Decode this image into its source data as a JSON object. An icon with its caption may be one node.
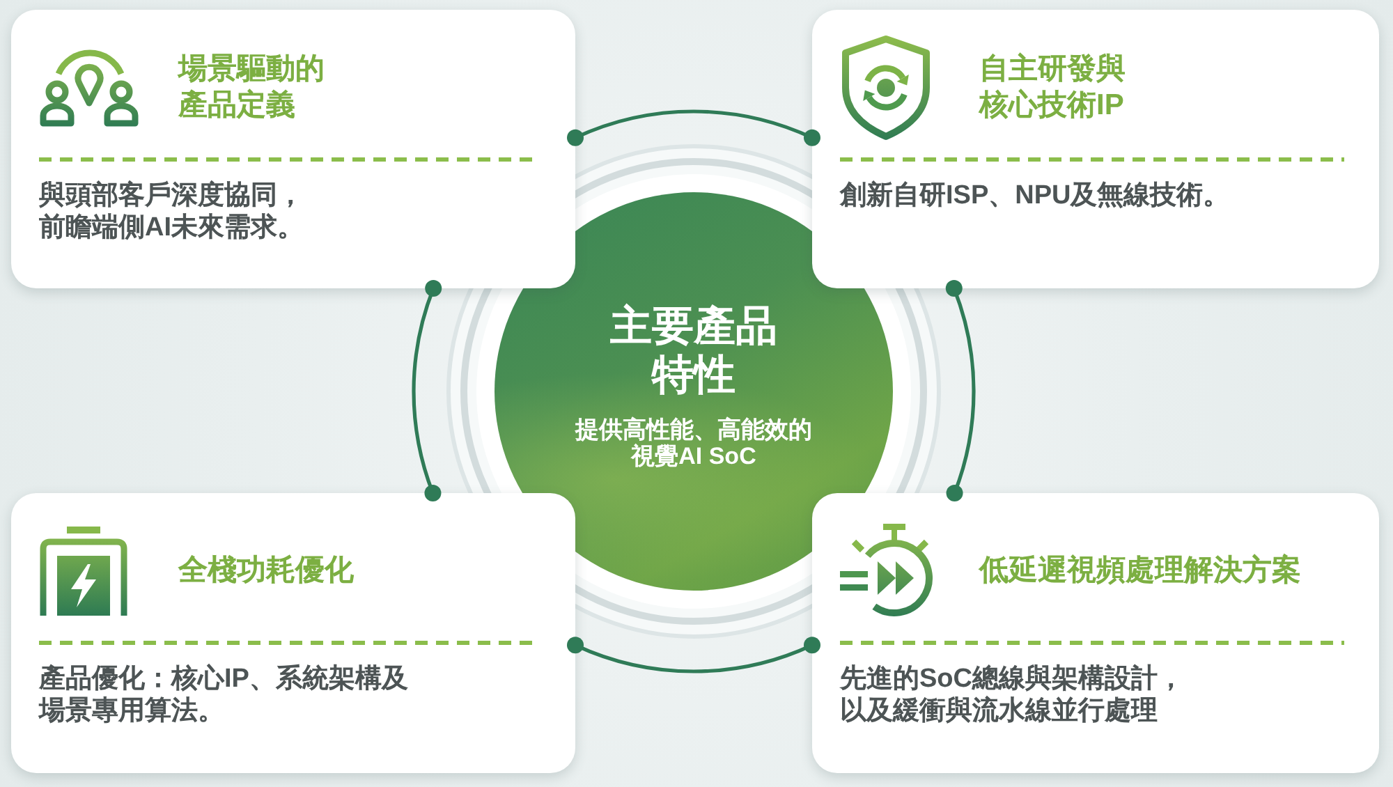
{
  "diagram": {
    "nodes": [
      {
        "text": [
          "場景驅動的產品定義",
          "與頭部客戶深度協同，前瞻端側AI未來需求。"
        ]
      },
      {
        "text": [
          "自主研發與核心技術IP",
          "創新自研ISP、NPU及無線技術。"
        ]
      },
      {
        "text": [
          "主要產品特性",
          "提供高性能、高能效的視覺AI SoC"
        ]
      },
      {
        "text": [
          "全棧功耗優化",
          "產品優化：核心IP、系統架構及場景專用算法。"
        ]
      },
      {
        "text": [
          "低延遲視頻處理解決方案",
          "先進的SoC總線與架構設計，以及緩衝與流水線並行處理"
        ]
      }
    ]
  }
}
